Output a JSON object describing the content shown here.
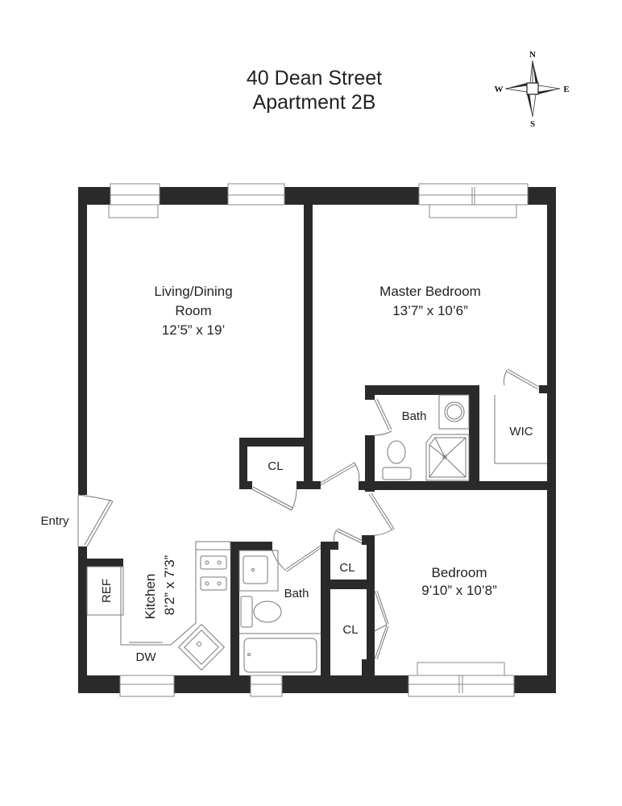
{
  "header": {
    "title_line1": "40 Dean Street",
    "title_line2": "Apartment 2B"
  },
  "compass": {
    "north": "N",
    "south": "S",
    "east": "E",
    "west": "W"
  },
  "rooms": {
    "living": {
      "name_line1": "Living/Dining",
      "name_line2": "Room",
      "dims": "12’5” x 19’"
    },
    "master": {
      "name": "Master Bedroom",
      "dims": "13’7” x 10’6”"
    },
    "master_bath": {
      "name": "Bath"
    },
    "wic": {
      "name": "WIC"
    },
    "closet_living": {
      "name": "CL"
    },
    "kitchen": {
      "name": "Kitchen",
      "dims": "8’2” x 7’3”"
    },
    "ref": {
      "name": "REF"
    },
    "dw": {
      "name": "DW"
    },
    "bath2": {
      "name": "Bath"
    },
    "closet_hall": {
      "name": "CL"
    },
    "closet_bed": {
      "name": "CL"
    },
    "bedroom": {
      "name": "Bedroom",
      "dims": "9’10” x 10’8”"
    },
    "entry": {
      "name": "Entry"
    }
  },
  "colors": {
    "wall": "#2a2a2a",
    "line": "#888888",
    "background": "#ffffff"
  }
}
